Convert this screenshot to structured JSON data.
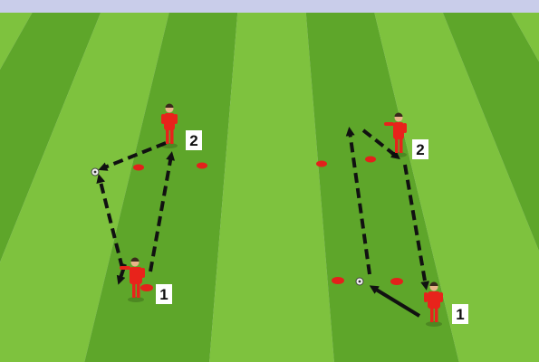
{
  "diagram": {
    "colors": {
      "sky": "#c9cdea",
      "grass_light": "#7ec23e",
      "grass_dark": "#5ea62a",
      "player_kit": "#e8231b",
      "player_skin": "#e9b48a",
      "player_hair": "#3a2a1c",
      "cone": "#e3211b",
      "arrow": "#111111",
      "ball": "#f2f2f2",
      "label_bg": "#ffffff"
    },
    "drills": [
      {
        "name": "left-drill",
        "players": [
          {
            "label": "2",
            "role": "receiver"
          },
          {
            "label": "1",
            "role": "passer"
          }
        ]
      },
      {
        "name": "right-drill",
        "players": [
          {
            "label": "2",
            "role": "receiver"
          },
          {
            "label": "1",
            "role": "passer"
          }
        ]
      }
    ],
    "icons": [
      "ball-icon",
      "cone-icon",
      "player-icon",
      "pass-arrow-icon"
    ]
  }
}
